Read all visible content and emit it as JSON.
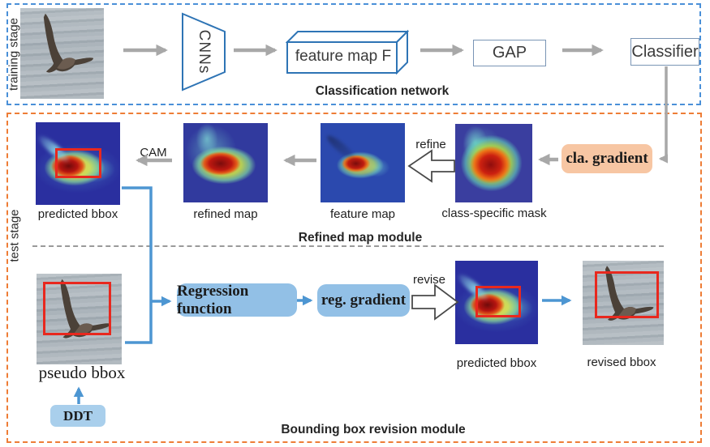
{
  "stages": {
    "training": "training stage",
    "test": "test stage"
  },
  "classification_network": {
    "title": "Classification network",
    "cnns": "CNNs",
    "feature_map": "feature map F",
    "gap": "GAP",
    "classifier": "Classifier"
  },
  "refined_map_module": {
    "title": "Refined map module",
    "predicted_bbox": "predicted bbox",
    "cam": "CAM",
    "refined_map": "refined map",
    "feature_map": "feature map",
    "refine": "refine",
    "class_specific_mask": "class-specific mask",
    "cla_gradient": "cla. gradient"
  },
  "bbox_revision_module": {
    "title": "Bounding box revision module",
    "pseudo_bbox": "pseudo bbox",
    "ddt": "DDT",
    "regression_function": "Regression function",
    "reg_gradient": "reg. gradient",
    "revise": "revise",
    "predicted_bbox": "predicted bbox",
    "revised_bbox": "revised bbox"
  },
  "colors": {
    "training_border": "#4a90d8",
    "test_border": "#ee7d36",
    "cla_gradient_fill": "#f7c6a3",
    "blue_box_fill": "#92c0e6",
    "gray_arrow": "#a8a8a8",
    "blue_arrow": "#4d96d2",
    "red_bbox": "#e8281e",
    "shape_outline": "#2e74b5"
  }
}
